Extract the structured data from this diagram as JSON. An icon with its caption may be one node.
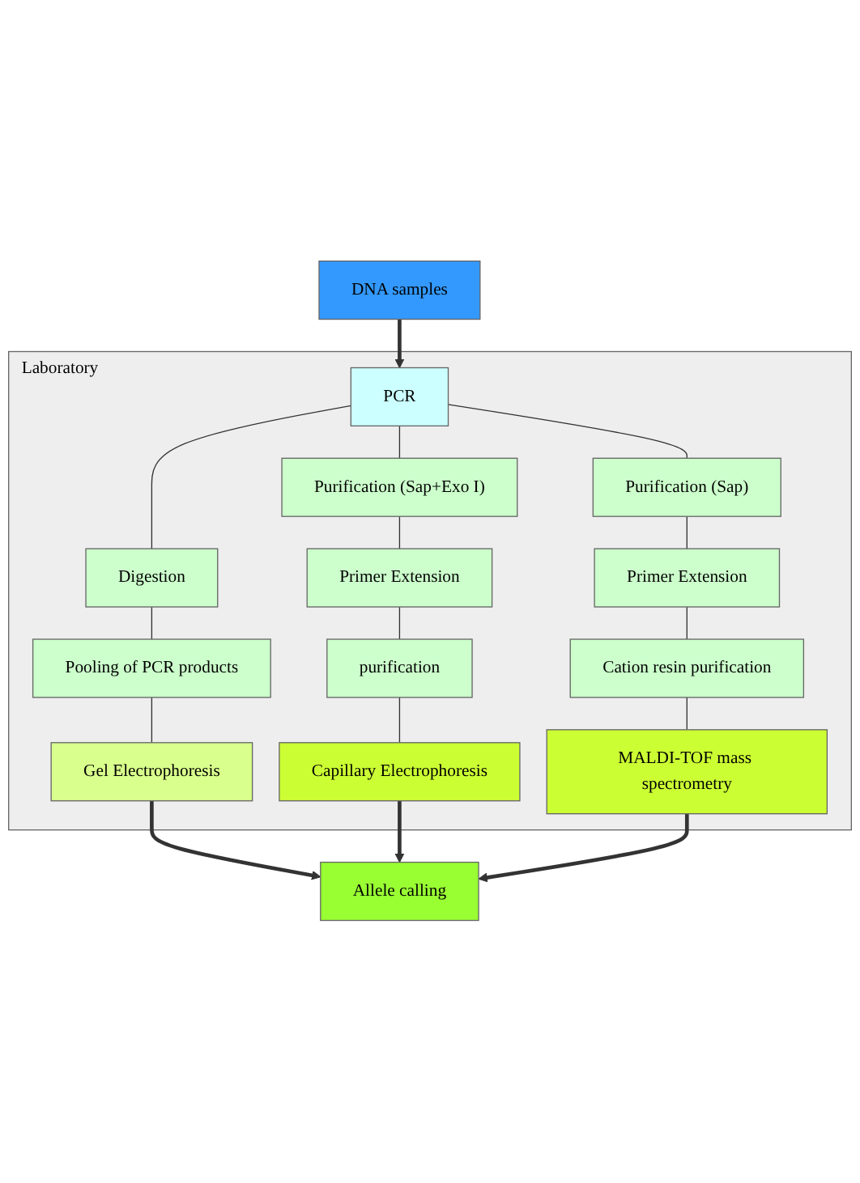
{
  "diagram": {
    "nodes": [
      {
        "text": [
          "DNA samples"
        ]
      },
      {
        "text": [
          "Laboratory"
        ]
      },
      {
        "text": [
          "PCR"
        ],
        "in": 1
      },
      {
        "text": [
          "Digestion"
        ],
        "in": 1
      },
      {
        "text": [
          "Pooling of PCR products"
        ],
        "in": 1
      },
      {
        "text": [
          "Gel Electrophoresis"
        ],
        "in": 1
      },
      {
        "text": [
          "Purification (Sap+Exo I)"
        ],
        "in": 1
      },
      {
        "text": [
          "Primer Extension"
        ],
        "in": 1
      },
      {
        "text": [
          "purification"
        ],
        "in": 1
      },
      {
        "text": [
          "Capillary Electrophoresis"
        ],
        "in": 1
      },
      {
        "text": [
          "Purification (Sap)"
        ],
        "in": 1
      },
      {
        "text": [
          "Primer Extension"
        ],
        "in": 1
      },
      {
        "text": [
          "Cation resin purification"
        ],
        "in": 1
      },
      {
        "text": [
          "MALDI-TOF mass spectrometry"
        ],
        "in": 1
      },
      {
        "text": [
          "Allele calling"
        ]
      }
    ],
    "edges": [
      {
        "from": 0,
        "to": 2,
        "arrow": "to",
        "style": "thick"
      },
      {
        "from": 2,
        "to": 3,
        "arrow": "none"
      },
      {
        "from": 3,
        "to": 4,
        "arrow": "none"
      },
      {
        "from": 4,
        "to": 5,
        "arrow": "none"
      },
      {
        "from": 5,
        "to": 14,
        "arrow": "to",
        "style": "thick"
      },
      {
        "from": 2,
        "to": 6,
        "arrow": "none"
      },
      {
        "from": 6,
        "to": 7,
        "arrow": "none"
      },
      {
        "from": 7,
        "to": 8,
        "arrow": "none"
      },
      {
        "from": 8,
        "to": 9,
        "arrow": "none"
      },
      {
        "from": 9,
        "to": 14,
        "arrow": "to",
        "style": "thick"
      },
      {
        "from": 2,
        "to": 10,
        "arrow": "none"
      },
      {
        "from": 10,
        "to": 11,
        "arrow": "none"
      },
      {
        "from": 11,
        "to": 12,
        "arrow": "none"
      },
      {
        "from": 12,
        "to": 13,
        "arrow": "none"
      },
      {
        "from": 13,
        "to": 14,
        "arrow": "to",
        "style": "thick"
      }
    ]
  }
}
